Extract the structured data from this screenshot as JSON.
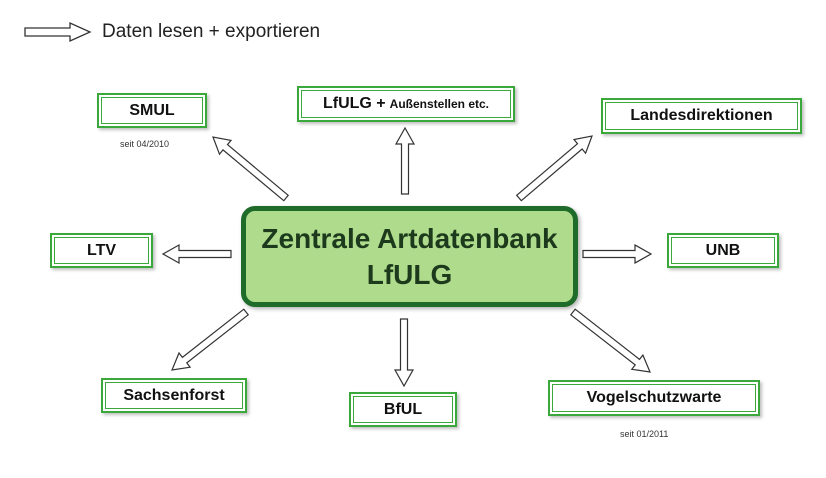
{
  "legend": {
    "label": "Daten lesen + exportieren"
  },
  "central": {
    "line1": "Zentrale Artdatenbank",
    "line2": "LfULG"
  },
  "targets": {
    "smul": {
      "label": "SMUL",
      "note": "seit 04/2010"
    },
    "lfulg": {
      "label": "LfULG +",
      "suffix": "Außenstellen etc."
    },
    "landesdirektionen": {
      "label": "Landesdirektionen"
    },
    "ltv": {
      "label": "LTV"
    },
    "unb": {
      "label": "UNB"
    },
    "sachsenforst": {
      "label": "Sachsenforst"
    },
    "bful": {
      "label": "BfUL"
    },
    "vogelschutzwarte": {
      "label": "Vogelschutzwarte",
      "note": "seit 01/2011"
    }
  },
  "colors": {
    "box_border": "#3aa83a",
    "central_fill": "#aedc8c",
    "central_border": "#1f6b2a",
    "arrow_stroke": "#333333"
  }
}
